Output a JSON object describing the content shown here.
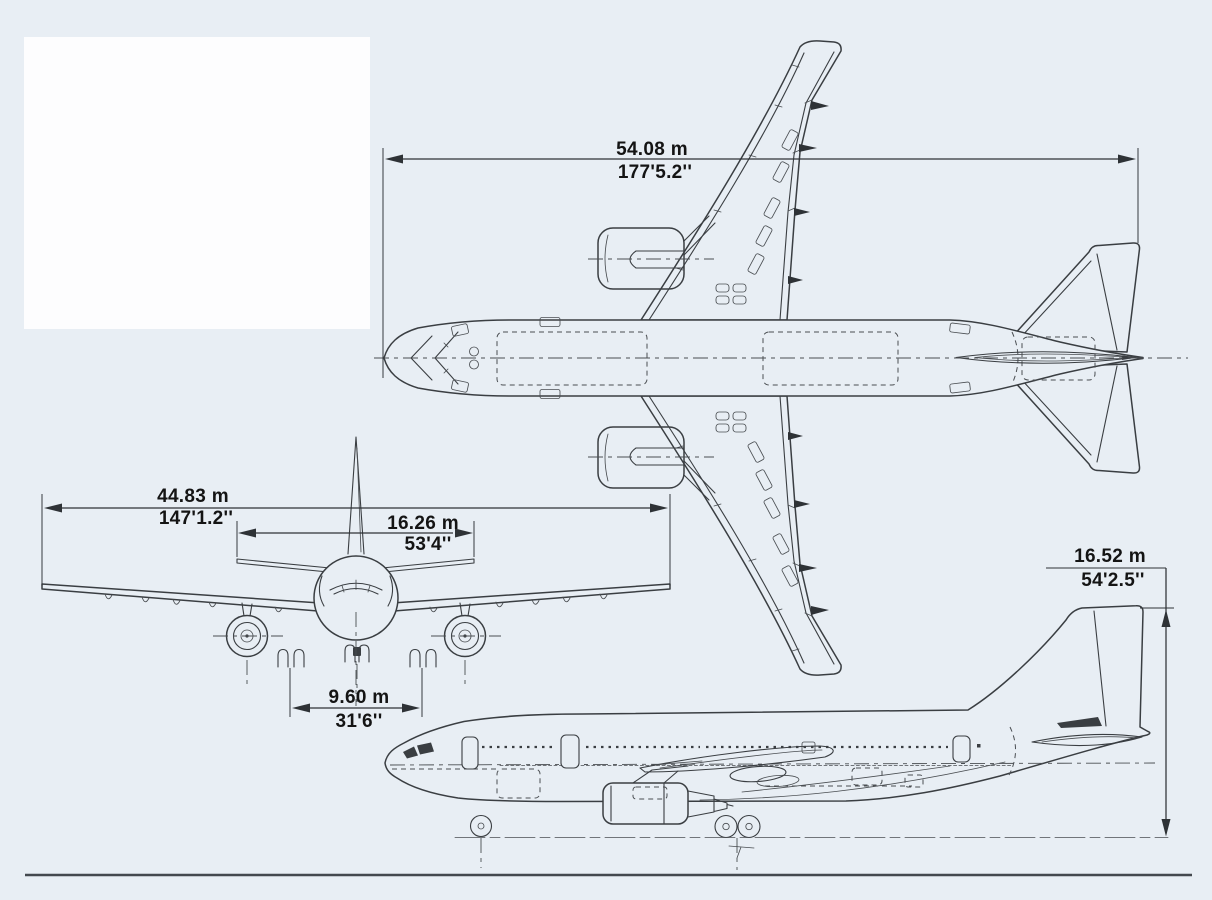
{
  "palette": {
    "background": "#e8eef4",
    "panel": "#fdfdfe",
    "ink": "#3a3e42",
    "rule": "#43484e"
  },
  "dimensions": {
    "overall_length": {
      "metric": "54.08 m",
      "imperial": "177'5.2''"
    },
    "wing_span": {
      "metric": "44.83 m",
      "imperial": "147'1.2''"
    },
    "tailplane_span": {
      "metric": "16.26 m",
      "imperial": "53'4''"
    },
    "wheel_track": {
      "metric": "9.60 m",
      "imperial": "31'6''"
    },
    "overall_height": {
      "metric": "16.52 m",
      "imperial": "54'2.5''"
    }
  }
}
